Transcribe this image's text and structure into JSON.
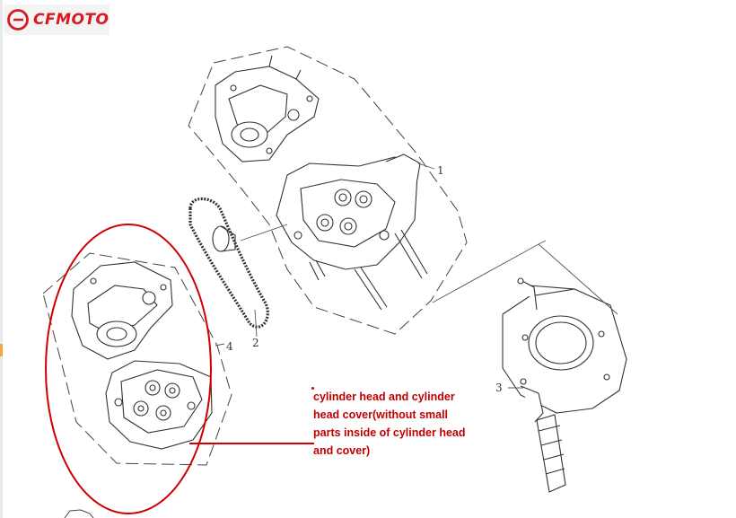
{
  "brand": {
    "name": "CFMOTO",
    "logo_color": "#d71920"
  },
  "callouts": {
    "c1": "1",
    "c2": "2",
    "c3": "3",
    "c4": "4"
  },
  "annotation": {
    "lines": [
      "cylinder head and cylinder",
      "head cover(without small",
      "parts inside of cylinder head",
      "and cover)"
    ],
    "color": "#c00000",
    "highlight_color": "#d00000"
  },
  "icons": {
    "logo": "cfmoto-logo-icon"
  }
}
